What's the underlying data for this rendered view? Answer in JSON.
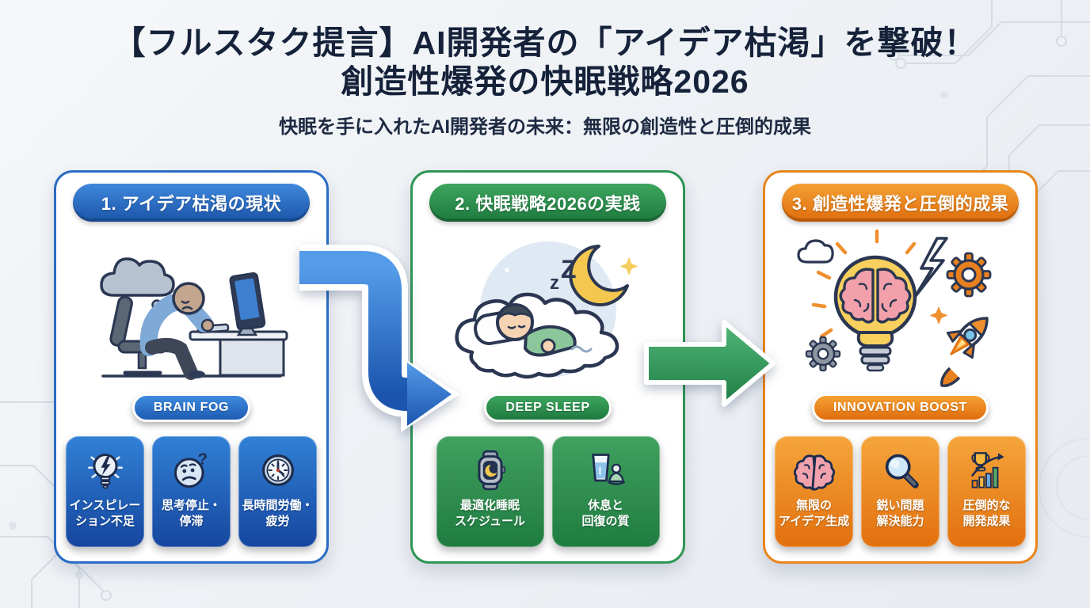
{
  "header": {
    "title_line1": "【フルスタク提言】AI開発者の「アイデア枯渇」を撃破！",
    "title_line2": "創造性爆発の快眠戦略2026",
    "subtitle": "快眠を手に入れたAI開発者の未来：無限の創造性と圧倒的成果"
  },
  "accent_colors": {
    "blue": "#2b6cc4",
    "green": "#2f9653",
    "orange": "#e8851c",
    "title": "#15223a"
  },
  "cards": [
    {
      "header": "1. アイデア枯渇の現状",
      "accent": "blue",
      "badge": "BRAIN FOG",
      "illustration": "burned-out-developer-at-desk",
      "tiles": [
        {
          "icon": "broken-lightbulb-icon",
          "lines": [
            "インスピレー",
            "ション不足"
          ]
        },
        {
          "icon": "worried-face-icon",
          "lines": [
            "思考停止・",
            "停滞"
          ]
        },
        {
          "icon": "clock-icon",
          "lines": [
            "長時間労働・",
            "疲労"
          ]
        }
      ]
    },
    {
      "header": "2. 快眠戦略2026の実践",
      "accent": "green",
      "badge": "DEEP SLEEP",
      "illustration": "sleeping-on-cloud",
      "tiles": [
        {
          "icon": "smartwatch-sleep-icon",
          "lines": [
            "最適化睡眠",
            "スケジュール"
          ]
        },
        {
          "icon": "hydration-meditation-icon",
          "lines": [
            "休息と",
            "回復の質"
          ]
        }
      ]
    },
    {
      "header": "3. 創造性爆発と圧倒的成果",
      "accent": "orange",
      "badge": "INNOVATION BOOST",
      "illustration": "idea-brain-rocket",
      "tiles": [
        {
          "icon": "brain-icon",
          "lines": [
            "無限の",
            "アイデア生成"
          ]
        },
        {
          "icon": "magnifier-icon",
          "lines": [
            "鋭い問題",
            "解決能力"
          ]
        },
        {
          "icon": "trophy-chart-icon",
          "lines": [
            "圧倒的な",
            "開発成果"
          ]
        }
      ]
    }
  ]
}
